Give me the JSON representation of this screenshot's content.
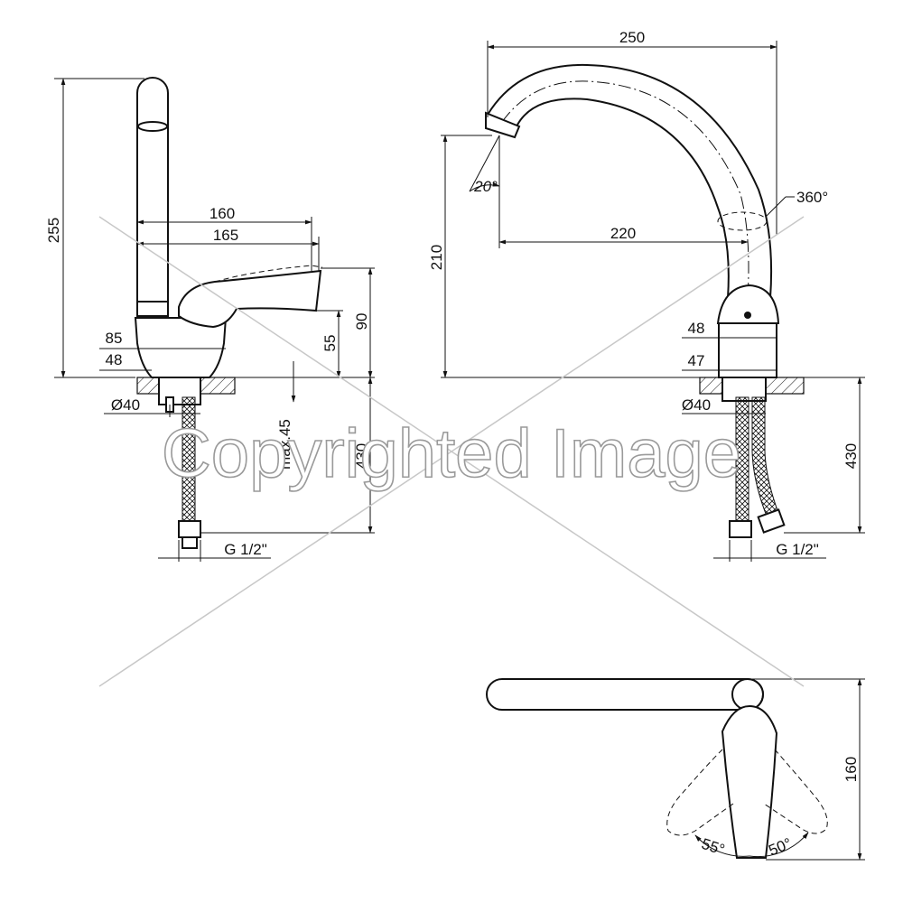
{
  "side_view": {
    "dim_height_total": "255",
    "dim_lever_160": "160",
    "dim_lever_165": "165",
    "dim_body_85": "85",
    "dim_body_48": "48",
    "dim_mount_d40": "Ø40",
    "dim_max45": "max.45",
    "dim_hose_430": "430",
    "dim_thread": "G 1/2\"",
    "dim_lever_90": "90",
    "dim_lever_55": "55"
  },
  "front_view": {
    "dim_reach_250": "250",
    "dim_outlet_220": "220",
    "dim_height_210": "210",
    "dim_tilt_angle": "20°",
    "dim_rotation": "360°",
    "dim_body_48": "48",
    "dim_base_47": "47",
    "dim_mount_d40": "Ø40",
    "dim_hose_430": "430",
    "dim_thread": "G 1/2\""
  },
  "top_view": {
    "dim_depth_160": "160",
    "dim_angle_left": "55°",
    "dim_angle_right": "50°"
  },
  "watermark": "Copyrighted Image"
}
